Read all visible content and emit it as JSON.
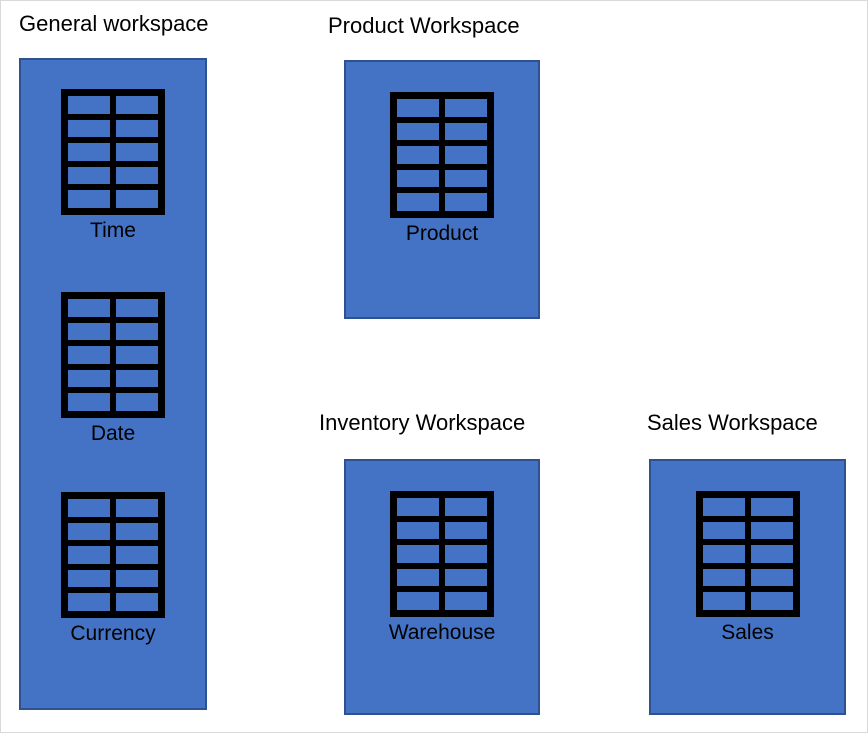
{
  "diagram": {
    "background_color": "#ffffff",
    "box_fill_color": "#4472C4",
    "box_border_color": "#2E528F",
    "icon_color": "#000000",
    "icon_name": "table-icon",
    "icon_grid": {
      "columns": 2,
      "rows": 5
    }
  },
  "workspaces": [
    {
      "id": "general",
      "title": "General workspace",
      "tables": [
        {
          "label": "Time"
        },
        {
          "label": "Date"
        },
        {
          "label": "Currency"
        }
      ]
    },
    {
      "id": "product",
      "title": "Product Workspace",
      "tables": [
        {
          "label": "Product"
        }
      ]
    },
    {
      "id": "inventory",
      "title": "Inventory Workspace",
      "tables": [
        {
          "label": "Warehouse"
        }
      ]
    },
    {
      "id": "sales",
      "title": "Sales Workspace",
      "tables": [
        {
          "label": "Sales"
        }
      ]
    }
  ]
}
